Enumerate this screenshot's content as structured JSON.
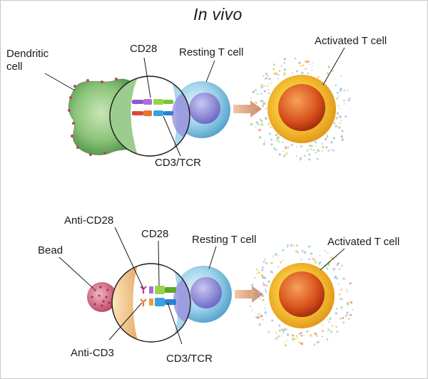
{
  "title": "In vivo",
  "top": {
    "dendritic_cell": "Dendritic\ncell",
    "cd28": "CD28",
    "resting_t_cell": "Resting T cell",
    "activated_t_cell": "Activated T cell",
    "cd3_tcr": "CD3/TCR"
  },
  "bottom": {
    "bead": "Bead",
    "anti_cd28": "Anti-CD28",
    "cd28": "CD28",
    "resting_t_cell": "Resting T cell",
    "activated_t_cell": "Activated T cell",
    "anti_cd3": "Anti-CD3",
    "cd3_tcr": "CD3/TCR"
  },
  "colors": {
    "dendritic": "#7bb86a",
    "resting": "#7fc3e2",
    "nucleus": "#7a6fd0",
    "activated_outer": "#f3b52a",
    "activated_core": "#d9531c",
    "bead": "#c04a6a",
    "arrow": "#d8a07c",
    "cd28_receptor": "#78c43a",
    "tcr_receptor": "#2e7fd0"
  }
}
